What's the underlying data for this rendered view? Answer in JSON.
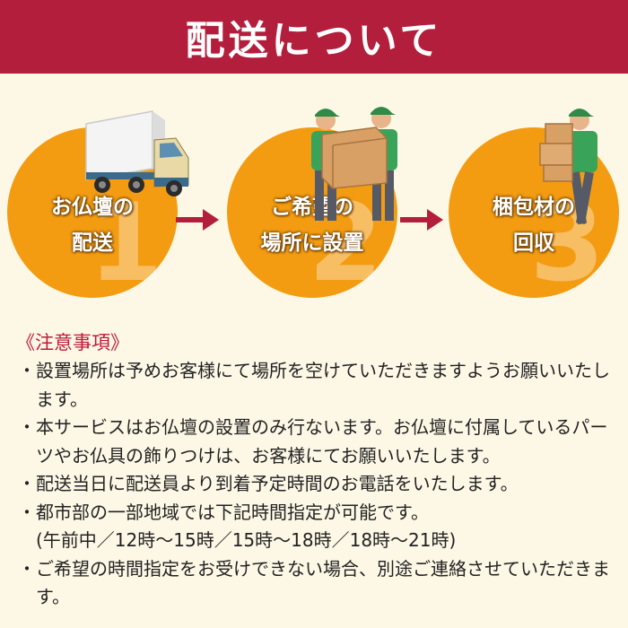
{
  "header": {
    "title": "配送について"
  },
  "steps": [
    {
      "label_line1": "お仏壇の",
      "label_line2": "配送",
      "number": "1"
    },
    {
      "label_line1": "ご希望の",
      "label_line2": "場所に設置",
      "number": "2"
    },
    {
      "label_line1": "梱包材の",
      "label_line2": "回収",
      "number": "3"
    }
  ],
  "notes": {
    "title": "《注意事項》",
    "bullet": "・",
    "items": [
      {
        "text": "設置場所は予めお客様にて場所を空けていただきますようお願いいたします。",
        "sub": ""
      },
      {
        "text": "本サービスはお仏壇の設置のみ行ないます。お仏壇に付属しているパーツやお仏具の飾りつけは、お客様にてお願いいたします。",
        "sub": ""
      },
      {
        "text": "配送当日に配送員より到着予定時間のお電話をいたします。",
        "sub": ""
      },
      {
        "text": "都市部の一部地域では下記時間指定が可能です。",
        "sub": "(午前中／12時〜15時／15時〜18時／18時〜21時)"
      },
      {
        "text": "ご希望の時間指定をお受けできない場合、別途ご連絡させていただきます。",
        "sub": ""
      }
    ]
  },
  "colors": {
    "header_bg": "#b31e3c",
    "background": "#fdf8e6",
    "circle": "#f39c12",
    "arrow": "#b31e3c",
    "notes_title": "#c0183a",
    "worker_green": "#3aa35a",
    "box_brown": "#d9a066"
  },
  "icons": [
    "delivery-truck-icon",
    "workers-carrying-box-icon",
    "worker-carrying-boxes-icon",
    "right-arrow-icon"
  ]
}
